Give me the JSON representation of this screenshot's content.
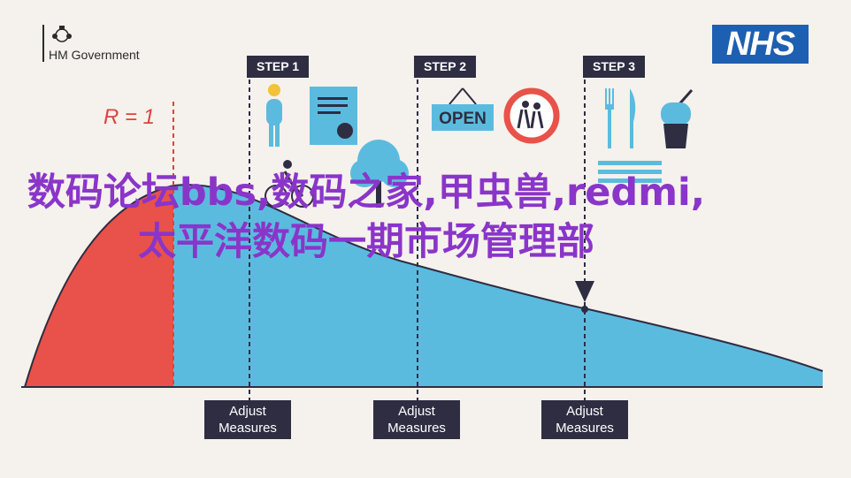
{
  "header": {
    "gov_text": "HM Government",
    "nhs_text": "NHS"
  },
  "r_label": "R = 1",
  "steps": [
    {
      "label": "STEP 1",
      "icons": [
        "person-icon",
        "certificate-icon",
        "cyclist-icon",
        "tree-icon"
      ]
    },
    {
      "label": "STEP 2",
      "icons": [
        "open-sign-icon",
        "no-pedestrians-sign-icon"
      ]
    },
    {
      "label": "STEP 3",
      "icons": [
        "fork-knife-icon",
        "drink-cup-icon",
        "stadium-icon"
      ]
    }
  ],
  "adjust_label_line1": "Adjust",
  "adjust_label_line2": "Measures",
  "overlay_text": "数码论坛bbs,数码之家,甲虫兽,redmi,太平洋数码一期市场管理部",
  "colors": {
    "red_area": "#e8524a",
    "blue_area": "#5bbbdf",
    "navy": "#2f2d42",
    "nhs_blue": "#1d5fb0",
    "overlay_purple": "#8a35c9",
    "background": "#f5f1ec"
  }
}
